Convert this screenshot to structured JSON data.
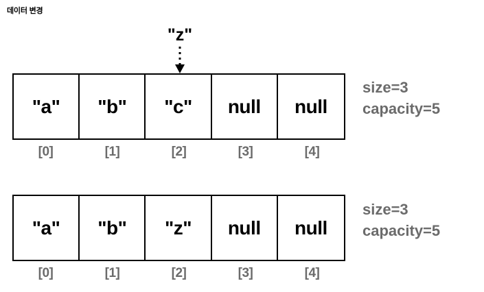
{
  "diagram": {
    "caption": "데이터 변경",
    "insert_marker": {
      "label": "\"z\"",
      "icon": "dotted-down-arrow-icon",
      "target_index_label": "[2]"
    },
    "index_labels": [
      "[0]",
      "[1]",
      "[2]",
      "[3]",
      "[4]"
    ],
    "rows": [
      {
        "name": "before",
        "cells": [
          "\"a\"",
          "\"b\"",
          "\"c\"",
          "null",
          "null"
        ],
        "annotation": {
          "size": "size=3",
          "capacity": "capacity=5"
        }
      },
      {
        "name": "after",
        "cells": [
          "\"a\"",
          "\"b\"",
          "\"z\"",
          "null",
          "null"
        ],
        "annotation": {
          "size": "size=3",
          "capacity": "capacity=5"
        }
      }
    ],
    "colors": {
      "border": "#000000",
      "text": "#000000",
      "muted_text": "#6b6b6b",
      "background": "#ffffff"
    }
  }
}
